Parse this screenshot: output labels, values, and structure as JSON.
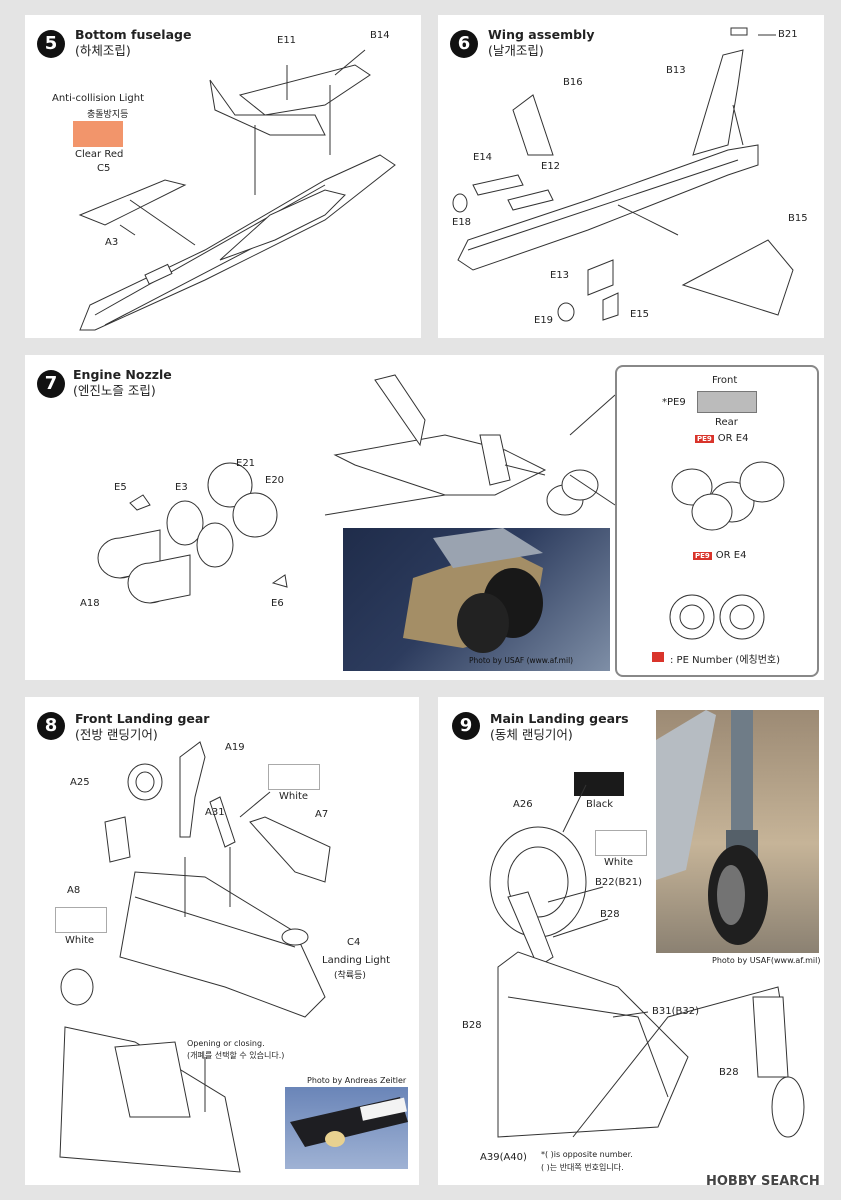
{
  "steps": {
    "s5": {
      "number": "5",
      "title_en": "Bottom fuselage",
      "title_ko": "(하체조립)",
      "labels": {
        "e11": "E11",
        "b14": "B14",
        "c5": "C5",
        "a3": "A3"
      },
      "callout": {
        "en": "Anti-collision Light",
        "ko": "충돌방지등",
        "color_name": "Clear Red",
        "color": "#f2956b"
      }
    },
    "s6": {
      "number": "6",
      "title_en": "Wing assembly",
      "title_ko": "(날개조립)",
      "labels": {
        "b21": "B21",
        "b13": "B13",
        "b16": "B16",
        "e14": "E14",
        "e12": "E12",
        "e18": "E18",
        "b15": "B15",
        "e13": "E13",
        "e19": "E19",
        "e15": "E15"
      }
    },
    "s7": {
      "number": "7",
      "title_en": "Engine Nozzle",
      "title_ko": "(엔진노즐 조립)",
      "labels": {
        "e5": "E5",
        "e3": "E3",
        "e21": "E21",
        "e20": "E20",
        "a18": "A18",
        "e6": "E6"
      },
      "photo_credit": "Photo by USAF (www.af.mil)",
      "inset": {
        "front": "Front",
        "pe_part": "*PE9",
        "rear": "Rear",
        "pe_tag": "PE9",
        "or_e4": "OR E4",
        "legend": ": PE Number (에칭번호)"
      }
    },
    "s8": {
      "number": "8",
      "title_en": "Front Landing gear",
      "title_ko": "(전방 랜딩기어)",
      "labels": {
        "a19": "A19",
        "a25": "A25",
        "a31": "A31",
        "a7": "A7",
        "a8": "A8",
        "c4": "C4"
      },
      "white_label": "White",
      "landing_light_en": "Landing Light",
      "landing_light_ko": "(착륙등)",
      "opening_en": "Opening or closing.",
      "opening_ko": "(개폐를 선택할 수 있습니다.)",
      "photo_credit": "Photo by Andreas Zeitler"
    },
    "s9": {
      "number": "9",
      "title_en": "Main Landing gears",
      "title_ko": "(동체 랜딩기어)",
      "labels": {
        "a26": "A26",
        "b22": "B22(B21)",
        "b28": "B28",
        "b31": "B31(B32)",
        "a39": "A39(A40)"
      },
      "black_label": "Black",
      "white_label": "White",
      "photo_credit": "Photo by USAF(www.af.mil)",
      "note_en": "*(   )is opposite number.",
      "note_ko": "(   )는 반대쪽 번호입니다."
    }
  },
  "colors": {
    "black": "#1a1a1a",
    "white": "#ffffff",
    "pe_red": "#d9342b"
  },
  "watermark": "HOBBY SEARCH"
}
